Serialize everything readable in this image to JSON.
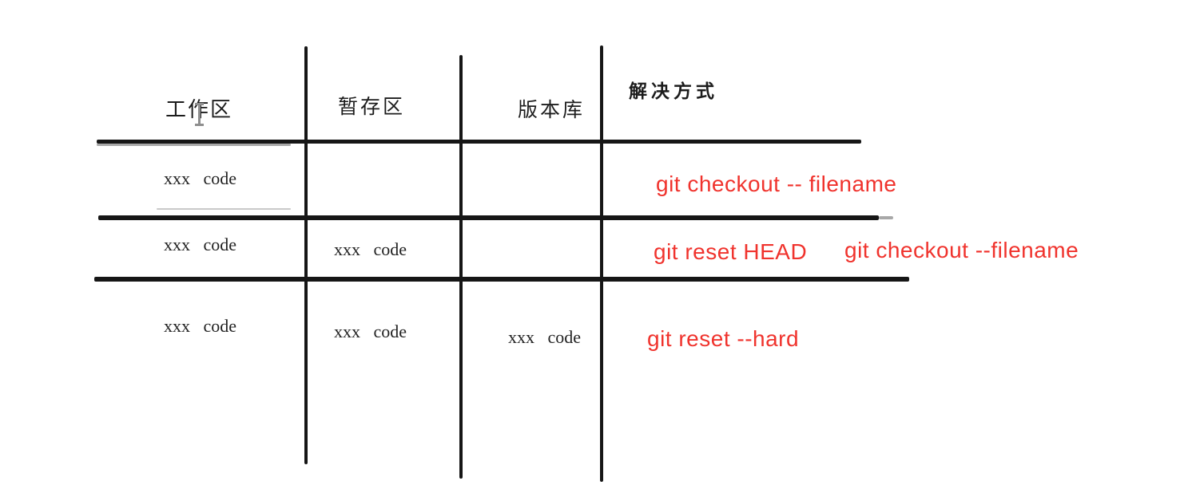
{
  "colors": {
    "command_red": "#f0332d",
    "line_black": "#161616",
    "shadow_grey": "#a8a8a8"
  },
  "icons": {
    "text_cursor": "ibeam-cursor"
  },
  "table": {
    "headers": [
      {
        "id": "work",
        "label": "工作区"
      },
      {
        "id": "stage",
        "label": "暂存区"
      },
      {
        "id": "repo",
        "label": "版本库"
      },
      {
        "id": "solution",
        "label": "解决方式"
      }
    ],
    "rows": [
      {
        "work": "xxx   code",
        "stage": "",
        "repo": "",
        "commands": [
          "git checkout -- filename"
        ]
      },
      {
        "work": "xxx   code",
        "stage": "xxx   code",
        "repo": "",
        "commands": [
          "git reset HEAD",
          "git checkout --filename"
        ]
      },
      {
        "work": "xxx   code",
        "stage": "xxx   code",
        "repo": "xxx   code",
        "commands": [
          "git reset --hard"
        ]
      }
    ]
  }
}
